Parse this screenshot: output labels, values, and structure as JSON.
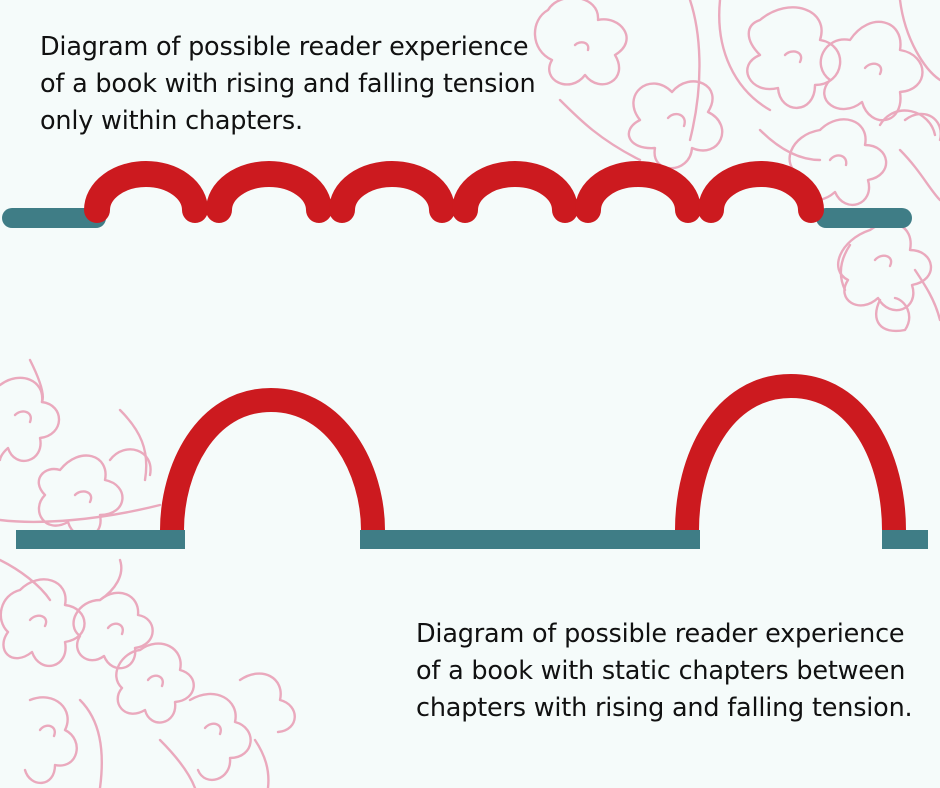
{
  "captions": {
    "top": {
      "line1": "Diagram of possible reader experience",
      "line2": "of a book with rising and falling tension",
      "line3": "only within chapters."
    },
    "bottom": {
      "line1": "Diagram of possible reader experience",
      "line2": "of a book with static chapters between",
      "line3": "chapters with rising and falling tension."
    }
  },
  "colors": {
    "background": "#f5fbfa",
    "baseline": "#3f7d86",
    "tension_arc": "#cc1a1f",
    "floral_outline": "#eaa9bd",
    "text": "#111111"
  },
  "diagrams": [
    {
      "id": "tension-within-chapters",
      "segments": [
        "static",
        "rise-fall",
        "rise-fall",
        "rise-fall",
        "rise-fall",
        "rise-fall",
        "rise-fall",
        "static"
      ]
    },
    {
      "id": "static-chapters-between",
      "segments": [
        "static",
        "rise-fall",
        "static",
        "rise-fall",
        "static"
      ]
    }
  ],
  "decorations": [
    "floral-line-art-top-right",
    "floral-line-art-right",
    "floral-line-art-left",
    "floral-line-art-bottom-left"
  ]
}
